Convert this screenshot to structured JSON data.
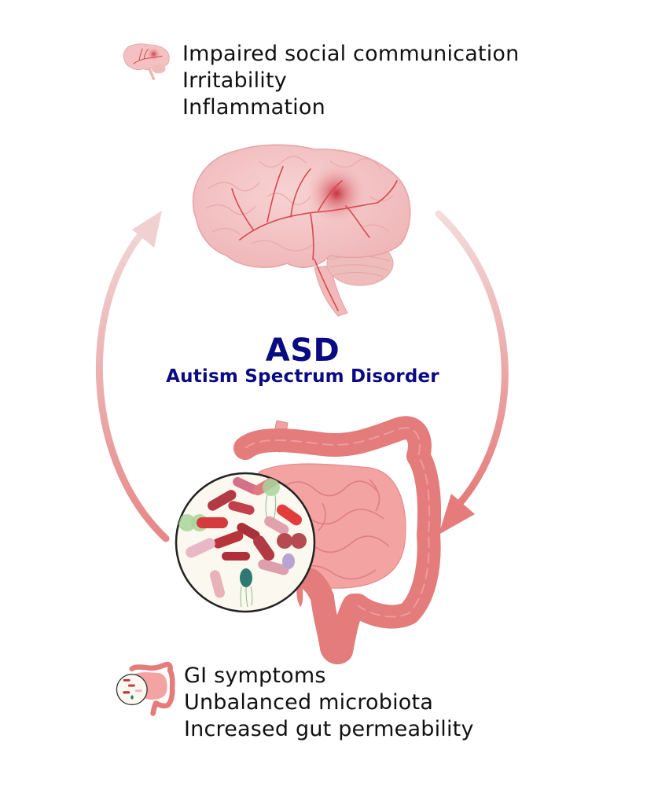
{
  "top_symptoms": {
    "icon": "brain-icon",
    "items": [
      "Impaired social communication",
      "Irritability",
      "Inflammation"
    ]
  },
  "center": {
    "title": "ASD",
    "subtitle": "Autism Spectrum Disorder",
    "color": "#0a0a82"
  },
  "bottom_symptoms": {
    "icon": "gut-microbiota-icon",
    "items": [
      "GI symptoms",
      "Unbalanced microbiota",
      "Increased gut permeability"
    ]
  },
  "arrows": {
    "left": "gut-to-brain",
    "right": "brain-to-gut",
    "color": "#e68a8a"
  },
  "colors": {
    "brain": "#f3c2c2",
    "vessel": "#d9434b",
    "gut": "#e8807c",
    "microbiota_bg": "#fbf8ef"
  }
}
